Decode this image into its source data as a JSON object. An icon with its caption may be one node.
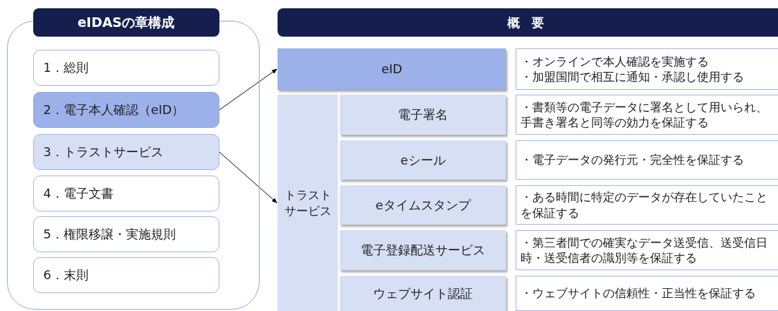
{
  "diagram": {
    "nodes": [
      {
        "text": [
          "eIDASの章構成"
        ]
      },
      {
        "text": [
          "1．総則"
        ],
        "in": 0
      },
      {
        "text": [
          "2．電子本人確認（eID）"
        ],
        "in": 0
      },
      {
        "text": [
          "3．トラストサービス"
        ],
        "in": 0
      },
      {
        "text": [
          "4．電子文書"
        ],
        "in": 0
      },
      {
        "text": [
          "5．権限移譲・実施規則"
        ],
        "in": 0
      },
      {
        "text": [
          "6．末則"
        ],
        "in": 0
      },
      {
        "text": [
          "概 要"
        ]
      },
      {
        "text": [
          "eID"
        ]
      },
      {
        "text": [
          "・オンラインで本人確認を実施する",
          "・加盟国間で相互に通知・承認し使用する"
        ]
      },
      {
        "text": [
          "トラストサービス"
        ]
      },
      {
        "text": [
          "電子署名"
        ]
      },
      {
        "text": [
          "・書類等の電子データに署名として用いられ、手書き署名と同等の効力を保証する"
        ]
      },
      {
        "text": [
          "eシール"
        ]
      },
      {
        "text": [
          "・電子データの発行元・完全性を保証する"
        ]
      },
      {
        "text": [
          "eタイムスタンプ"
        ]
      },
      {
        "text": [
          "・ある時間に特定のデータが存在していたことを保証する"
        ]
      },
      {
        "text": [
          "電子登録配送サービス"
        ]
      },
      {
        "text": [
          "・第三者間での確実なデータ送受信、送受信日時・送受信者の識別等を保証する"
        ]
      },
      {
        "text": [
          "ウェブサイト認証"
        ]
      },
      {
        "text": [
          "・ウェブサイトの信頼性・正当性を保証する"
        ]
      }
    ],
    "edges": [
      {
        "from": 2,
        "to": 8,
        "arrow": "to"
      },
      {
        "from": 3,
        "to": 10,
        "arrow": "to"
      }
    ]
  }
}
